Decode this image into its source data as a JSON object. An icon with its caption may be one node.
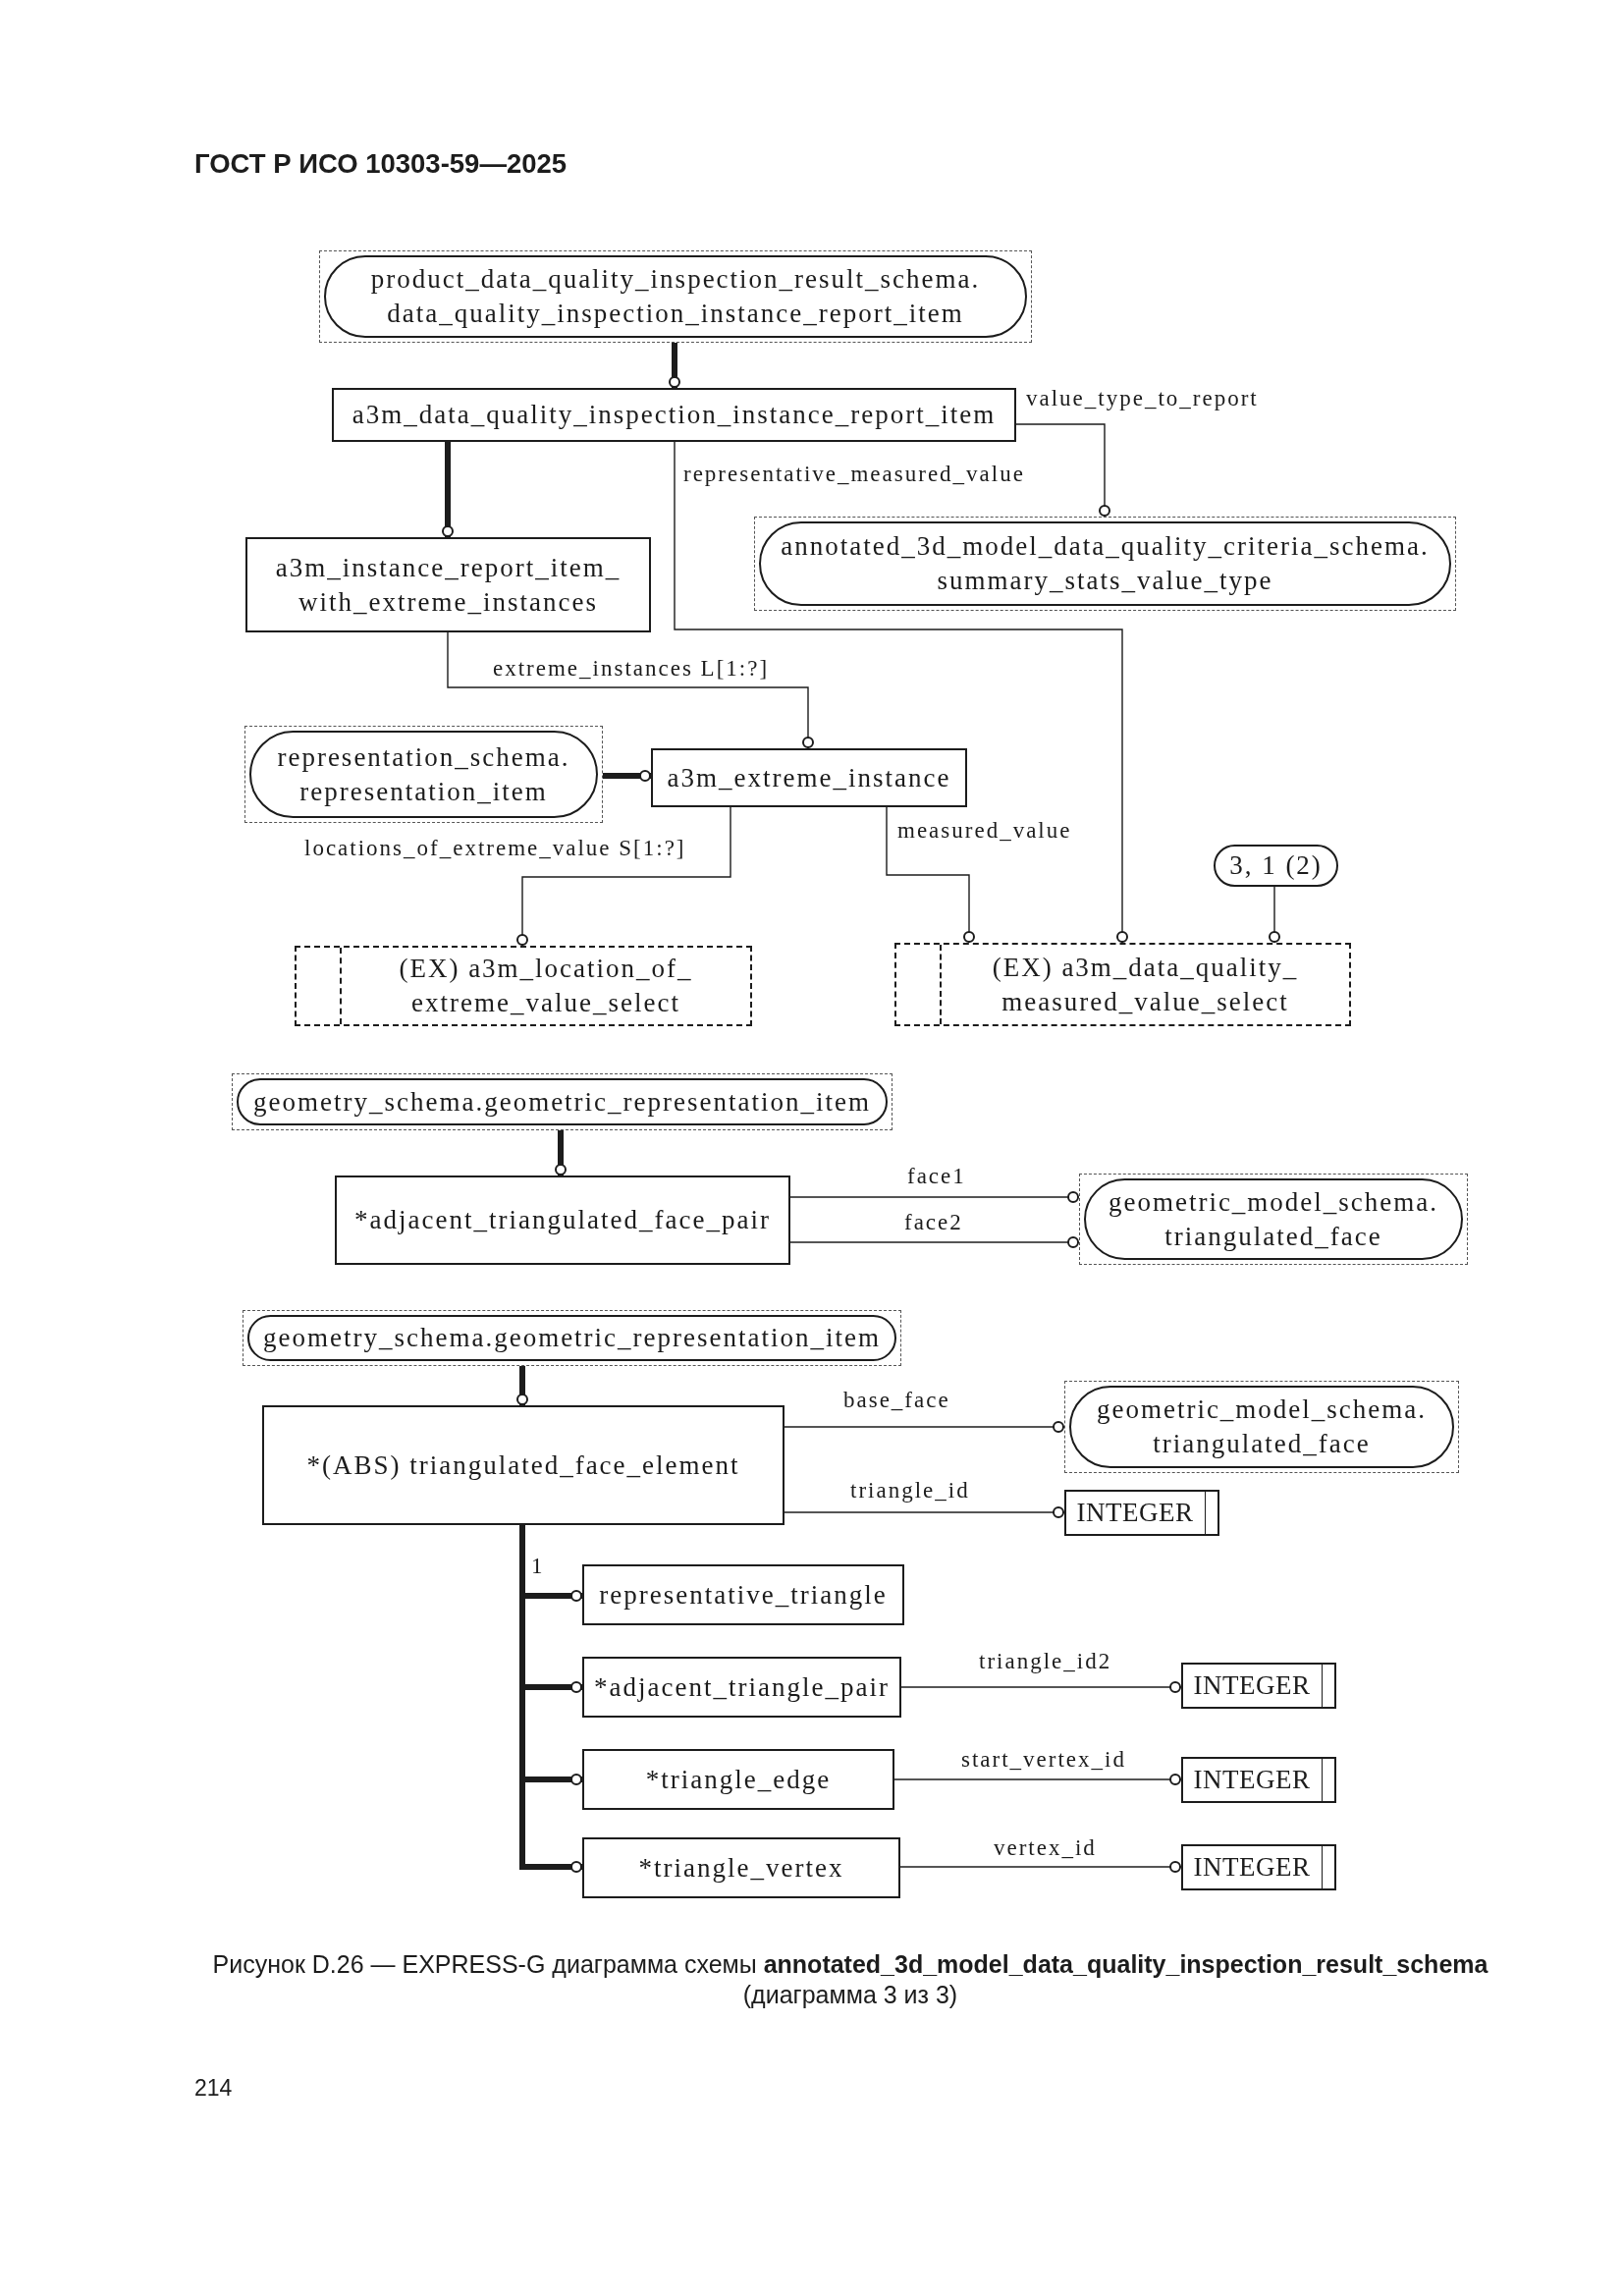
{
  "diagram": {
    "caption": "Рисунок D.26 — EXPRESS-G диаграмма схемы **annotated_3d_model_data_quality_inspection_result_schema** (диаграмма 3 из 3)",
    "nodes": [
      {
        "text": [
          "product_data_quality_inspection_result_schema. data_quality_inspection_instance_report_item"
        ]
      },
      {
        "text": [
          "a3m_data_quality_inspection_instance_report_item"
        ]
      },
      {
        "text": [
          "a3m_instance_report_item_ with_extreme_instances"
        ]
      },
      {
        "text": [
          "annotated_3d_model_data_quality_criteria_schema. summary_stats_value_type"
        ]
      },
      {
        "text": [
          "representation_schema. representation_item"
        ]
      },
      {
        "text": [
          "a3m_extreme_instance"
        ]
      },
      {
        "text": [
          "(EX) a3m_location_of_ extreme_value_select"
        ]
      },
      {
        "text": [
          "(EX) a3m_data_quality_ measured_value_select"
        ]
      },
      {
        "text": [
          "3, 1 (2)"
        ]
      },
      {
        "text": [
          "geometry_schema.geometric_representation_item"
        ]
      },
      {
        "text": [
          "*adjacent_triangulated_face_pair"
        ]
      },
      {
        "text": [
          "geometric_model_schema. triangulated_face"
        ]
      },
      {
        "text": [
          "geometry_schema.geometric_representation_item"
        ]
      },
      {
        "text": [
          "*(ABS) triangulated_face_element"
        ]
      },
      {
        "text": [
          "geometric_model_schema. triangulated_face"
        ]
      },
      {
        "text": [
          "INTEGER"
        ]
      },
      {
        "text": [
          "representative_triangle"
        ]
      },
      {
        "text": [
          "*adjacent_triangle_pair"
        ]
      },
      {
        "text": [
          "INTEGER"
        ]
      },
      {
        "text": [
          "*triangle_edge"
        ]
      },
      {
        "text": [
          "INTEGER"
        ]
      },
      {
        "text": [
          "*triangle_vertex"
        ]
      },
      {
        "text": [
          "INTEGER"
        ]
      }
    ],
    "edges": [
      {
        "from": 0,
        "to": 1,
        "arrow": "other",
        "style": "thick"
      },
      {
        "from": 1,
        "to": 2,
        "arrow": "other",
        "style": "thick"
      },
      {
        "from": 1,
        "to": 3,
        "arrow": "other",
        "label": "value_type_to_report"
      },
      {
        "from": 1,
        "to": 7,
        "arrow": "other",
        "label": "representative_measured_value"
      },
      {
        "from": 2,
        "to": 5,
        "arrow": "other",
        "label": "extreme_instances L[1:?]"
      },
      {
        "from": 4,
        "to": 5,
        "arrow": "other",
        "style": "thick"
      },
      {
        "from": 5,
        "to": 6,
        "arrow": "other",
        "label": "locations_of_extreme_value S[1:?]"
      },
      {
        "from": 5,
        "to": 7,
        "arrow": "other",
        "label": "measured_value"
      },
      {
        "from": 8,
        "to": 7,
        "arrow": "other"
      },
      {
        "from": 9,
        "to": 10,
        "arrow": "other",
        "style": "thick"
      },
      {
        "from": 10,
        "to": 11,
        "arrow": "other",
        "label": "face1"
      },
      {
        "from": 10,
        "to": 11,
        "arrow": "other",
        "label": "face2"
      },
      {
        "from": 12,
        "to": 13,
        "arrow": "other",
        "style": "thick"
      },
      {
        "from": 13,
        "to": 14,
        "arrow": "other",
        "label": "base_face"
      },
      {
        "from": 13,
        "to": 15,
        "arrow": "other",
        "label": "triangle_id"
      },
      {
        "from": 13,
        "to": 16,
        "arrow": "other",
        "style": "thick"
      },
      {
        "from": 13,
        "to": 17,
        "arrow": "other",
        "style": "thick"
      },
      {
        "from": 13,
        "to": 19,
        "arrow": "other",
        "style": "thick"
      },
      {
        "from": 13,
        "to": 21,
        "arrow": "other",
        "style": "thick"
      },
      {
        "from": 17,
        "to": 18,
        "arrow": "other",
        "label": "triangle_id2"
      },
      {
        "from": 19,
        "to": 20,
        "arrow": "other",
        "label": "start_vertex_id"
      },
      {
        "from": 21,
        "to": 22,
        "arrow": "other",
        "label": "vertex_id"
      }
    ],
    "labels": [
      "ГОСТ Р ИСО 10303-59—2025",
      "1",
      "214"
    ]
  }
}
